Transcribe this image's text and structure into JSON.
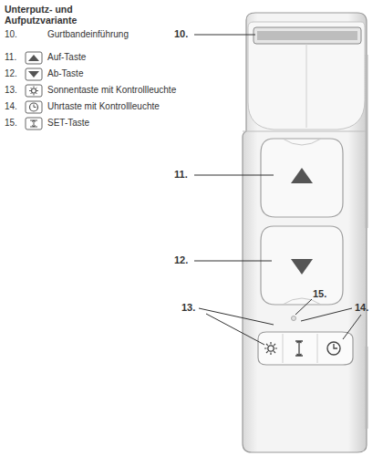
{
  "diagram": {
    "title": "Unterputz- und Aufputzvariante",
    "labels": [
      "10.",
      "Gurtbandeinführung",
      "11.",
      "Auf-Taste",
      "12.",
      "Ab-Taste",
      "13.",
      "Sonnentaste mit Kontrollleuchte",
      "14.",
      "Uhrtaste mit Kontrollleuchte",
      "15.",
      "SET-Taste",
      "10.",
      "11.",
      "12.",
      "15.",
      "13.",
      "14."
    ]
  }
}
